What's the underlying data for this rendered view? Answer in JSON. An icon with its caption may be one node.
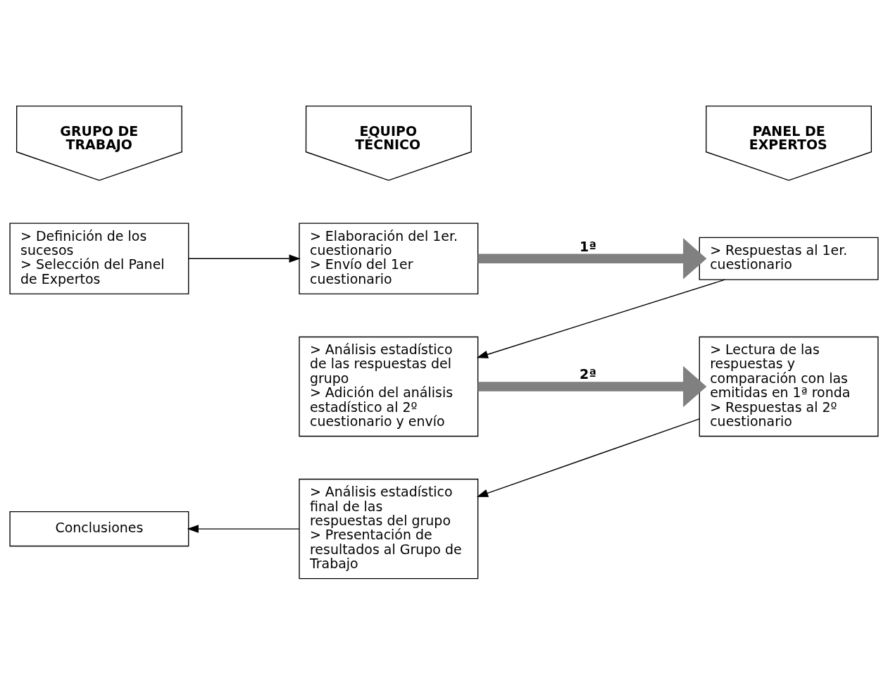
{
  "diagram": {
    "nodes": [
      {
        "text": [
          "GRUPO DE TRABAJO"
        ]
      },
      {
        "text": [
          "EQUIPO TÉCNICO"
        ]
      },
      {
        "text": [
          "PANEL DE EXPERTOS"
        ]
      },
      {
        "text": [
          "> Definición de los sucesos",
          "> Selección del Panel de Expertos"
        ]
      },
      {
        "text": [
          "> Elaboración del 1er. cuestionario",
          "> Envío del 1er cuestionario"
        ]
      },
      {
        "text": [
          "> Respuestas al 1er. cuestionario"
        ]
      },
      {
        "text": [
          "> Análisis estadístico de las respuestas del grupo",
          "> Adición del análisis estadístico al 2º cuestionario y envío"
        ]
      },
      {
        "text": [
          "> Lectura de las respuestas y comparación con las emitidas en 1ª ronda",
          "> Respuestas al 2º cuestionario"
        ]
      },
      {
        "text": [
          "> Análisis estadístico final de las respuestas del grupo",
          "> Presentación de resultados al Grupo de Trabajo"
        ]
      },
      {
        "text": [
          "Conclusiones"
        ]
      }
    ],
    "edges": [
      {
        "from": 3,
        "to": 4,
        "arrow": "to"
      },
      {
        "from": 4,
        "to": 5,
        "arrow": "to",
        "label": "1ª",
        "style": "thick",
        "color": "#808080"
      },
      {
        "from": 5,
        "to": 6,
        "arrow": "to"
      },
      {
        "from": 6,
        "to": 7,
        "arrow": "to",
        "label": "2ª",
        "style": "thick",
        "color": "#808080"
      },
      {
        "from": 7,
        "to": 8,
        "arrow": "to"
      },
      {
        "from": 8,
        "to": 9,
        "arrow": "to"
      }
    ]
  }
}
